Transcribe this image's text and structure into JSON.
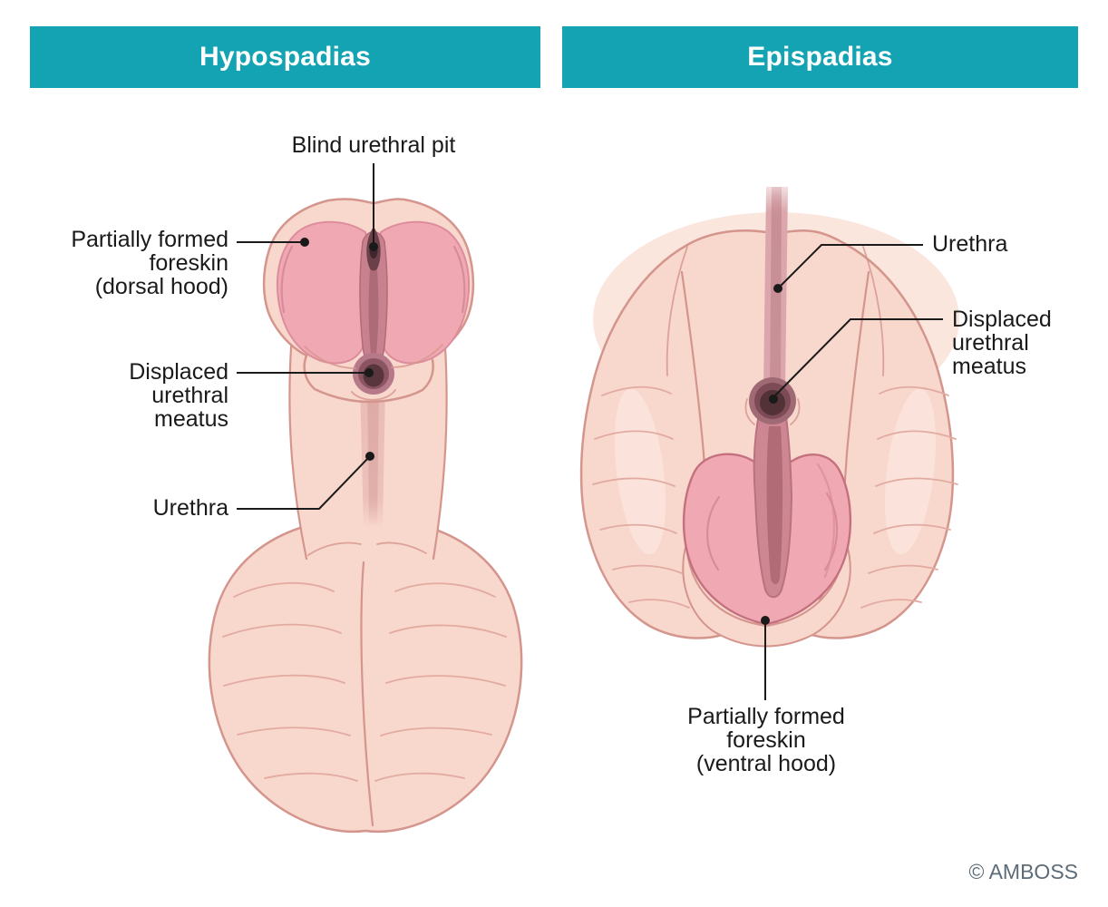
{
  "figure": {
    "panels": [
      {
        "title": "Hypospadias",
        "labels": {
          "blind_pit": "Blind urethral pit",
          "dorsal_hood": "Partially formed\nforeskin\n(dorsal hood)",
          "displaced_meatus": "Displaced\nurethral\nmeatus",
          "urethra": "Urethra"
        }
      },
      {
        "title": "Epispadias",
        "labels": {
          "urethra": "Urethra",
          "displaced_meatus": "Displaced\nurethral\nmeatus",
          "ventral_hood": "Partially formed\nforeskin\n(ventral hood)"
        }
      }
    ],
    "credit": "© AMBOSS",
    "colors": {
      "header_bg": "#14a3b3",
      "header_text": "#ffffff",
      "label_text": "#1a1a1a",
      "leader_line": "#1a1a1a",
      "skin": "#f8d7cc",
      "skin_light": "#fbe6de",
      "skin_outline": "#d4958d",
      "wrinkle": "#e2aba1",
      "glans_pink": "#f0a9b2",
      "glans_outline": "#c4707e",
      "groove": "#c8818e",
      "meatus_dark": "#5e3a42",
      "credit_text": "#5d6c78"
    }
  }
}
